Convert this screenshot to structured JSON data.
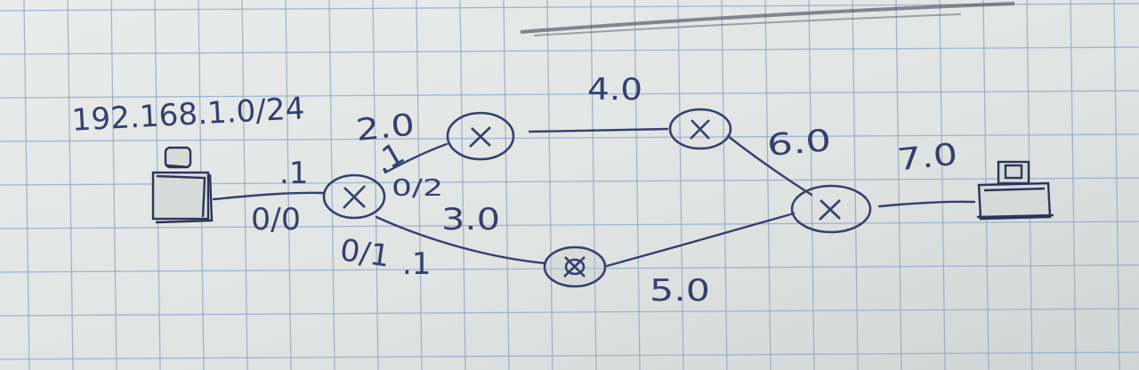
{
  "colors": {
    "paper": "#e2e6e3",
    "grid": "#8aa6c7",
    "ink": "#33406f"
  },
  "labels": {
    "network": "192.168.1.0/24",
    "iface_h": ".1",
    "port_h": "0/0",
    "net_r1_r2": "2.0",
    "iface_r1_r2": ".1",
    "port_r1_r2": "0/2",
    "net_r1_r3": "3.0",
    "port_r1_r3": "0/1",
    "iface_r1_r3": ".1",
    "net_r2_r4": "4.0",
    "net_r3_r5": "5.0",
    "net_r4_r5": "6.0",
    "net_r5_h2": "7.0"
  },
  "icons": {
    "host_left": "computer-icon",
    "host_right": "printer-icon",
    "router": "router-x-icon"
  }
}
